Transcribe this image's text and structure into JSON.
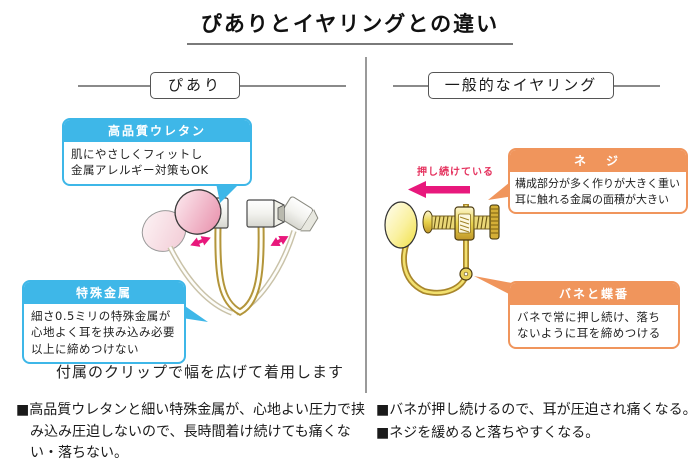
{
  "title": "ぴありとイヤリングとの違い",
  "left_panel": {
    "header": "ぴあり",
    "callout_urethane": {
      "title": "高品質ウレタン",
      "body": "肌にやさしくフィットし\n金属アレルギー対策もOK"
    },
    "callout_metal": {
      "title": "特殊金属",
      "body": "細さ0.5ミリの特殊金属が\n心地よく耳を挟み込み必要\n以上に締めつけない"
    },
    "caption": "付属のクリップで幅を広げて着用します",
    "note": "■高品質ウレタンと細い特殊金属が、心地よい圧力で挟み込み圧迫しないので、長時間着け続けても痛くない・落ちない。"
  },
  "right_panel": {
    "header": "一般的なイヤリング",
    "pressing_label": "押し続けている",
    "callout_screw": {
      "title": "ネ　ジ",
      "body": "構成部分が多く作りが大きく重い\n耳に触れる金属の面積が大きい"
    },
    "callout_spring": {
      "title": "バネと蝶番",
      "body": "バネで常に押し続け、落ち\nないように耳を締めつける"
    },
    "notes": [
      "■バネが押し続けるので、耳が圧迫され痛くなる。",
      "■ネジを緩めると落ちやすくなる。"
    ]
  },
  "colors": {
    "piari_accent": "#3eb7e8",
    "earring_accent": "#f0955c",
    "arrow_pink": "#e8187c",
    "label_red": "#e5335f"
  }
}
